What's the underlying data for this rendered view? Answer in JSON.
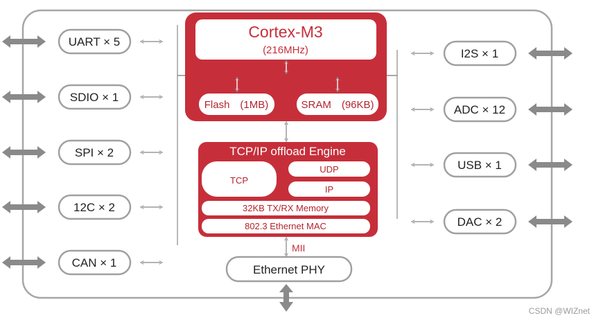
{
  "left_interfaces": [
    "UART × 5",
    "SDIO × 1",
    "SPI × 2",
    "12C × 2",
    "CAN × 1"
  ],
  "right_interfaces": [
    "I2S × 1",
    "ADC × 12",
    "USB × 1",
    "DAC × 2"
  ],
  "core": {
    "title": "Cortex-M3",
    "freq": "(216MHz)",
    "flash": "Flash　(1MB)",
    "sram": "SRAM　(96KB)"
  },
  "tcpip": {
    "title": "TCP/IP offload Engine",
    "tcp": "TCP",
    "udp": "UDP",
    "ip": "IP",
    "memory": "32KB TX/RX Memory",
    "mac": "802.3 Ethernet MAC"
  },
  "mii_label": "MII",
  "phy_label": "Ethernet PHY",
  "watermark": "CSDN @WIZnet",
  "colors": {
    "accent": "#c62f3a",
    "arrow": "#8a8a8a",
    "outline": "#a0a0a0"
  }
}
